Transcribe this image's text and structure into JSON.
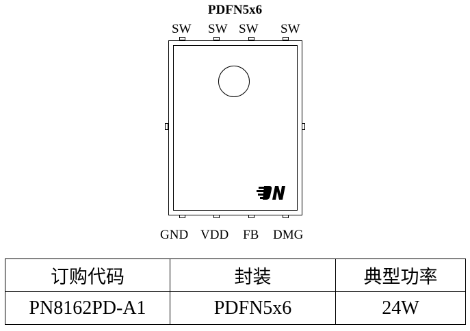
{
  "package": {
    "title": "PDFN5x6",
    "top_pins": [
      "SW",
      "SW",
      "SW",
      "SW"
    ],
    "bottom_pins": [
      "GND",
      "VDD",
      "FB",
      "DMG"
    ],
    "logo": "PN-logo-icon"
  },
  "order_table": {
    "headers": [
      "订购代码",
      "封装",
      "典型功率"
    ],
    "rows": [
      [
        "PN8162PD-A1",
        "PDFN5x6",
        "24W"
      ]
    ]
  }
}
